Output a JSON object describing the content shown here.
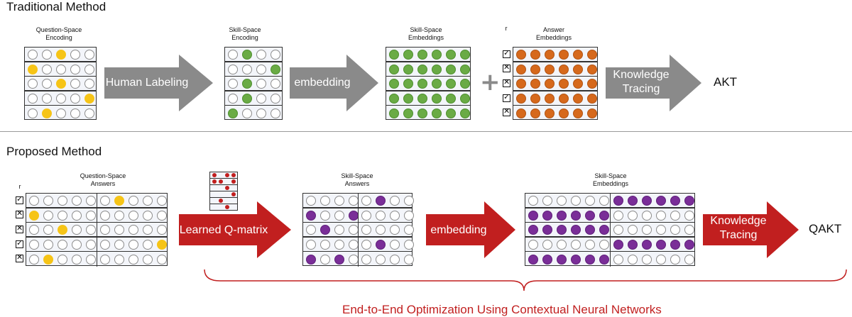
{
  "traditional": {
    "title": "Traditional Method",
    "question_space_caption": "Question-Space\nEncoding",
    "skill_space_caption": "Skill-Space\nEncoding",
    "skill_embeddings_caption": "Skill-Space\nEmbeddings",
    "answer_embeddings_caption": "Answer\nEmbeddings",
    "r_label": "r",
    "arrow_human": "Human Labeling",
    "arrow_embedding": "embedding",
    "plus": "+",
    "arrow_kt": "Knowledge\nTracing",
    "output": "AKT",
    "responses": [
      "check",
      "x",
      "x",
      "check",
      "x"
    ],
    "question_positions": [
      2,
      0,
      2,
      4,
      1
    ],
    "skill_positions": [
      1,
      3,
      1,
      1,
      0
    ]
  },
  "proposed": {
    "title": "Proposed Method",
    "question_space_caption": "Question-Space\nAnswers",
    "skill_space_caption": "Skill-Space\nAnswers",
    "skill_embeddings_caption": "Skill-Space\nEmbeddings",
    "r_label": "r",
    "arrow_qmatrix": "Learned Q-matrix",
    "arrow_embedding": "embedding",
    "arrow_kt": "Knowledge\nTracing",
    "output": "QAKT",
    "bracket_label": "End-to-End Optimization Using Contextual Neural Networks",
    "responses": [
      "check",
      "x",
      "x",
      "check",
      "x"
    ],
    "answer_positions": [
      6,
      0,
      2,
      9,
      1
    ],
    "skill_answer_rows": [
      [
        5
      ],
      [
        0,
        3
      ],
      [
        1
      ],
      [
        5
      ],
      [
        0,
        2
      ]
    ],
    "embedding_side": [
      "right",
      "left",
      "left",
      "right",
      "left"
    ]
  },
  "colors": {
    "gray_arrow": "#8a8a8a",
    "red_arrow": "#c11f1f",
    "yellow": "#f6c417",
    "green": "#6aab45",
    "orange": "#d6691c",
    "purple": "#7a2e98",
    "bracket": "#c11f1f"
  }
}
